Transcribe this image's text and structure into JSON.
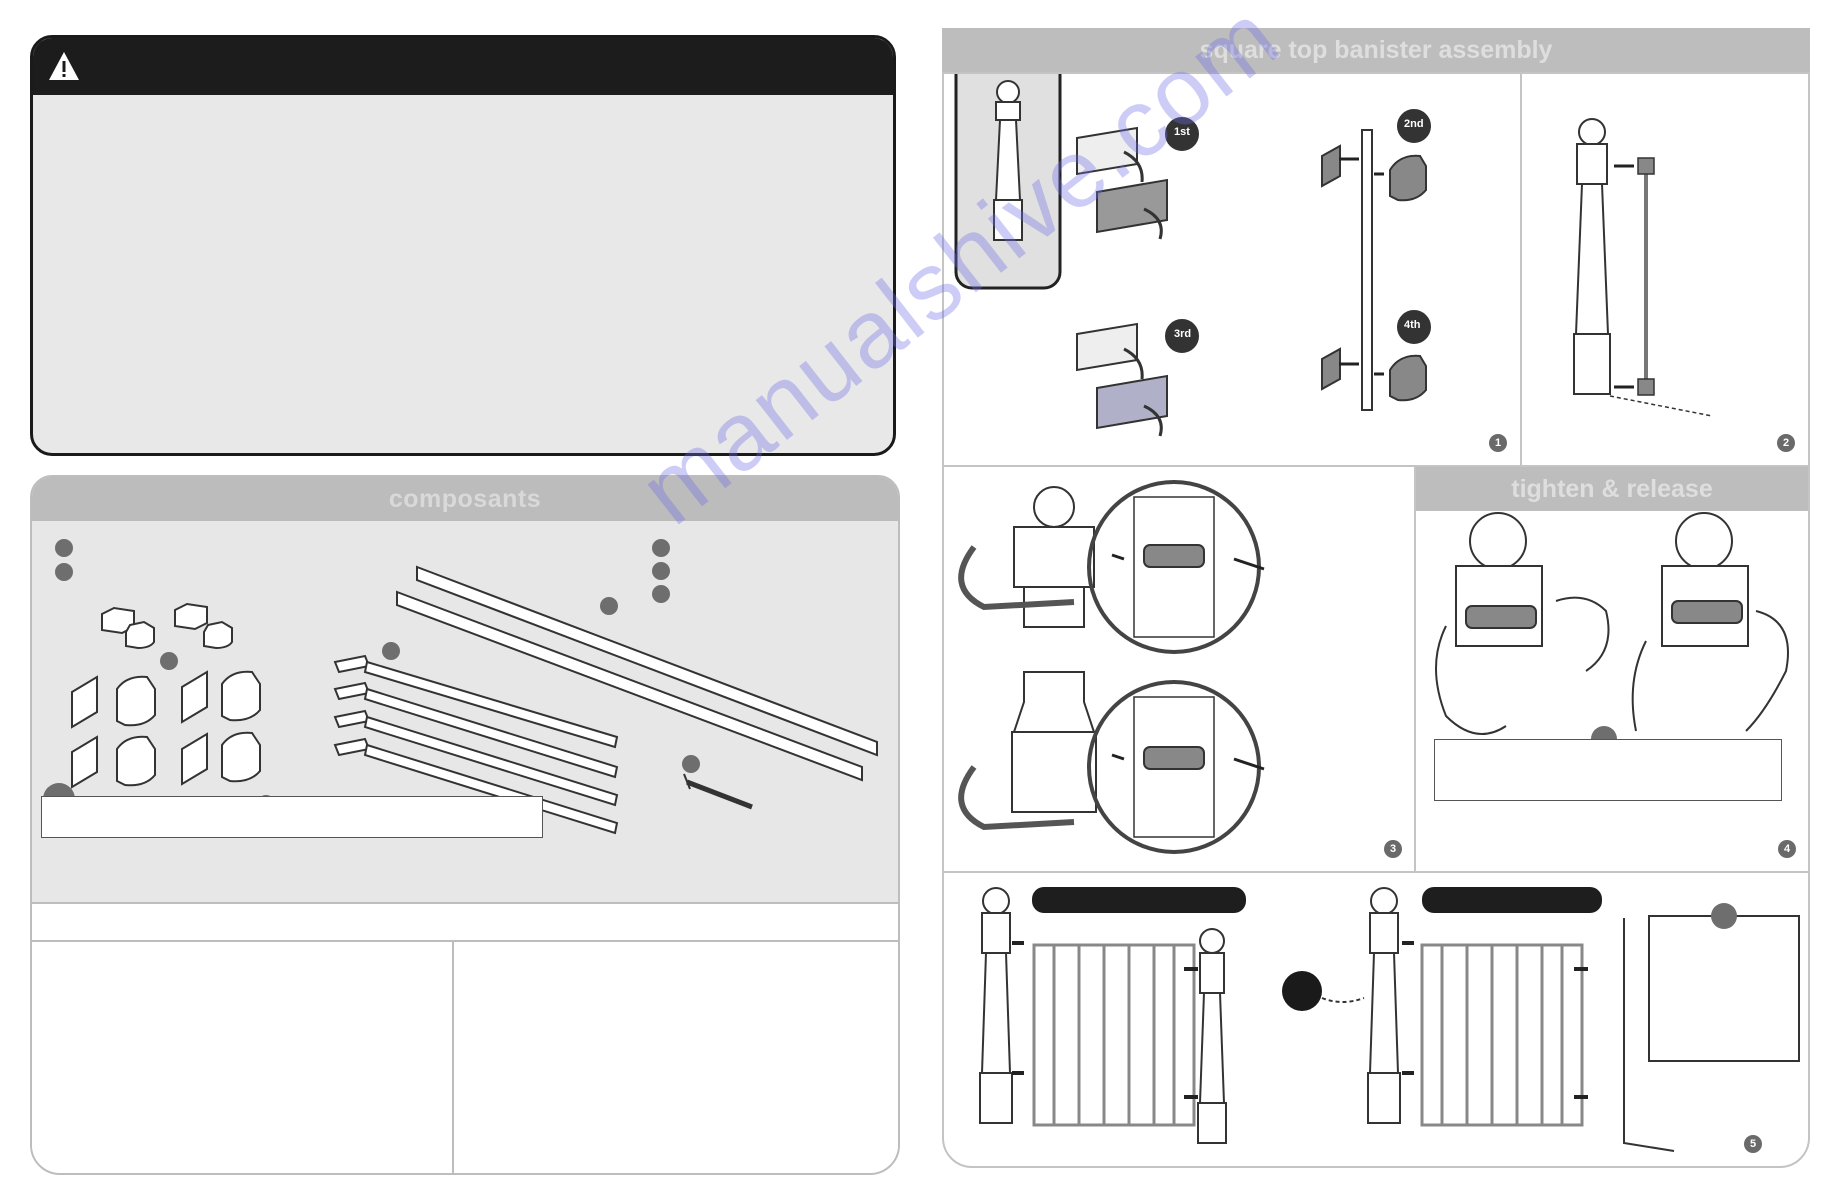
{
  "warning": {
    "icon": "warning-triangle-icon",
    "heading": ""
  },
  "components": {
    "title": "composants"
  },
  "assembly": {
    "title": "square top banister assembly"
  },
  "steps": {
    "order_badges": [
      "1st",
      "2nd",
      "3rd",
      "4th"
    ],
    "numbers": [
      "1",
      "2",
      "3",
      "4",
      "5"
    ]
  },
  "tighten": {
    "title": "tighten & release"
  },
  "watermark": "manualshive.com",
  "colors": {
    "header_dark": "#1c1c1c",
    "section_grey": "#bcbcbc",
    "panel_bg": "#e7e7e7",
    "watermark": "#6e6ee6"
  }
}
